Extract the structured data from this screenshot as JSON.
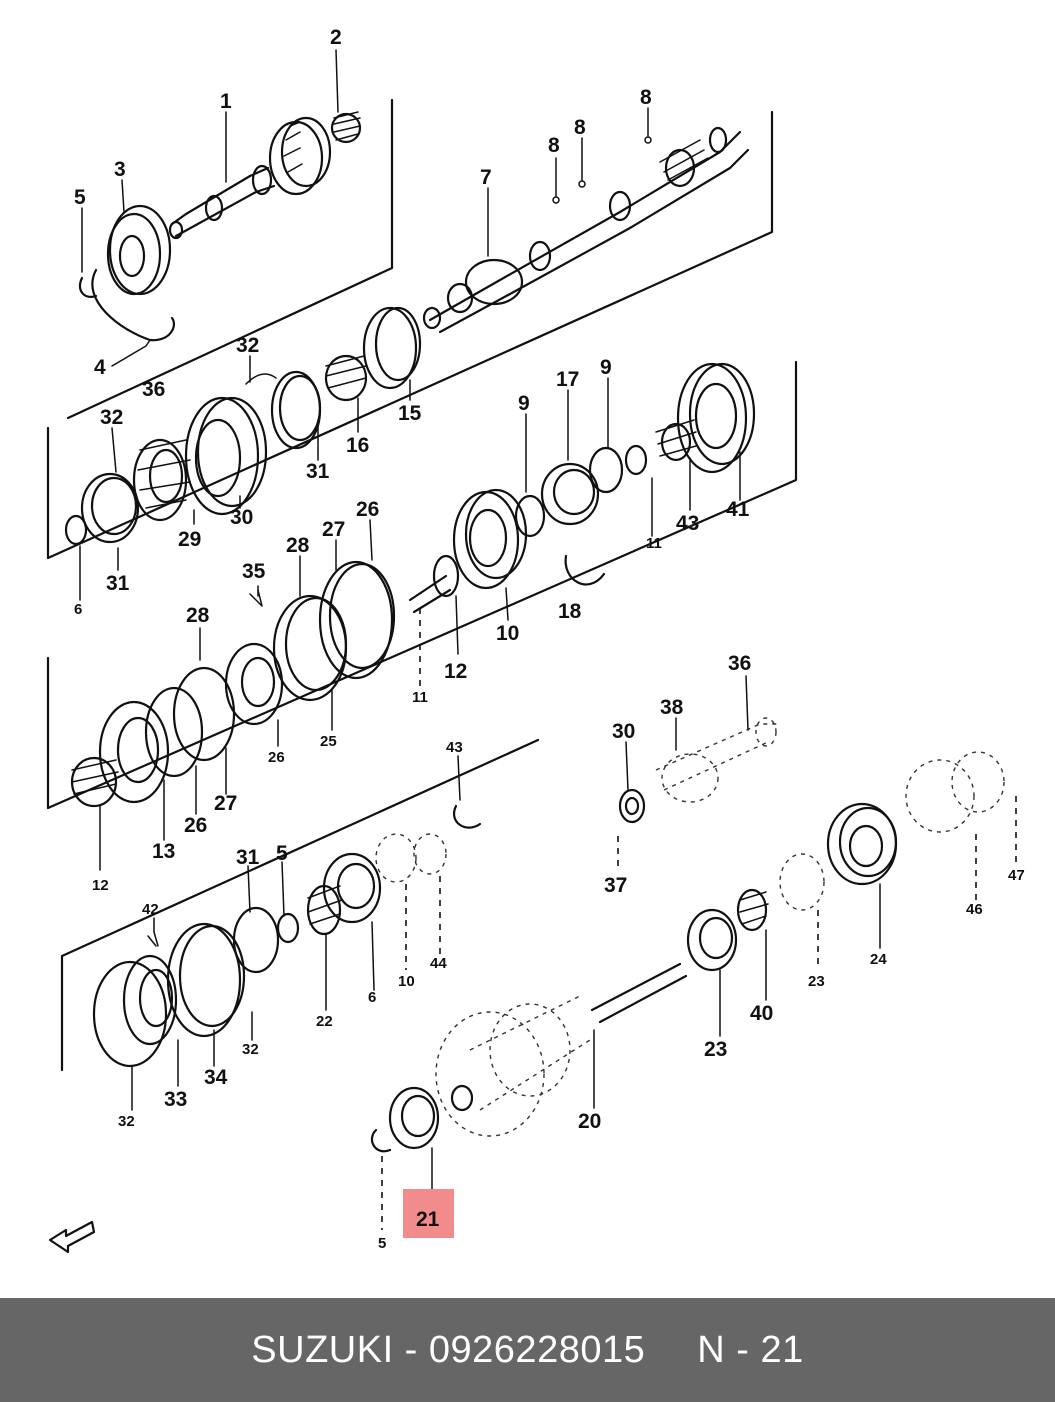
{
  "diagram": {
    "highlight_color": "#f28b8b",
    "highlighted_part": "21",
    "callouts": {
      "c1": "1",
      "c2": "2",
      "c3": "3",
      "c4": "4",
      "c5a": "5",
      "c7": "7",
      "c8a": "8",
      "c8b": "8",
      "c8c": "8",
      "c32a": "32",
      "c36": "36",
      "c32b": "32",
      "c16": "16",
      "c15": "15",
      "c31a": "31",
      "c29": "29",
      "c30a": "30",
      "c31b": "31",
      "c6a": "6",
      "c17": "17",
      "c9a": "9",
      "c9b": "9",
      "c43a": "43",
      "c41": "41",
      "c11a": "11",
      "c26a": "26",
      "c27a": "27",
      "c28a": "28",
      "c35": "35",
      "c18": "18",
      "c10a": "10",
      "c12a": "12",
      "c11b": "11",
      "c25": "25",
      "c26b": "26",
      "c28b": "28",
      "c13": "13",
      "c26c": "26",
      "c27b": "27",
      "c12b": "12",
      "c36b": "36",
      "c38": "38",
      "c30b": "30",
      "c37": "37",
      "c43b": "43",
      "c31c": "31",
      "c5b": "5",
      "c42": "42",
      "c10b": "10",
      "c44": "44",
      "c6b": "6",
      "c22": "22",
      "c32c": "32",
      "c34": "34",
      "c33": "33",
      "c32d": "32",
      "c46": "46",
      "c47": "47",
      "c24": "24",
      "c23a": "23",
      "c40": "40",
      "c23b": "23",
      "c20": "20",
      "c21": "21",
      "c5c": "5"
    }
  },
  "footer": {
    "left": "SUZUKI - 0926228015",
    "right": "N - 21"
  }
}
